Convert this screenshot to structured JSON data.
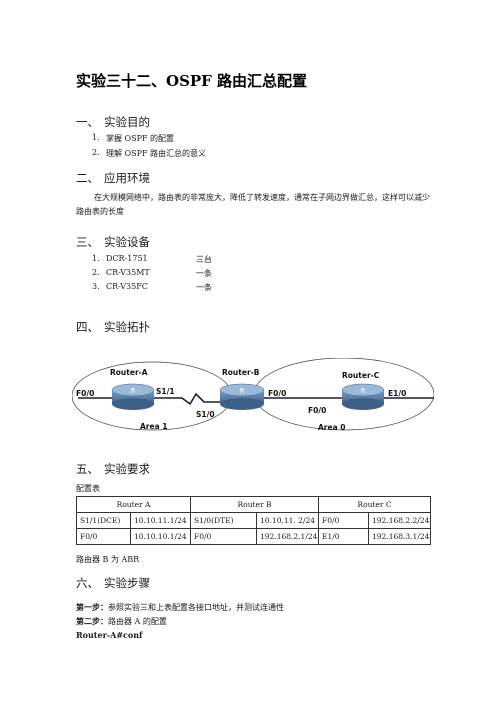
{
  "title": "实验三十二、OSPF 路由汇总配置",
  "sections": {
    "s1": {
      "num": "一、",
      "label": "实验目的"
    },
    "s2": {
      "num": "二、",
      "label": "应用环境"
    },
    "s3": {
      "num": "三、",
      "label": "实验设备"
    },
    "s4": {
      "num": "四、",
      "label": "实验拓扑"
    },
    "s5": {
      "num": "五、",
      "label": "实验要求"
    },
    "s6": {
      "num": "六、",
      "label": "实验步骤"
    }
  },
  "objectives": [
    {
      "n": "1.",
      "text": "掌握 OSPF 的配置"
    },
    {
      "n": "2.",
      "text": "理解 OSPF 路由汇总的意义"
    }
  ],
  "environment_text": "在大规模网络中，路由表的非常庞大，降低了转发速度，通常在子网边界做汇总，这样可以减少路由表的长度",
  "equipment": [
    {
      "n": "1.",
      "name": "DCR-1751",
      "qty": "三台"
    },
    {
      "n": "2.",
      "name": "CR-V35MT",
      "qty": "一条"
    },
    {
      "n": "3.",
      "name": "CR-V35FC",
      "qty": "一条"
    }
  ],
  "topology": {
    "router_a": "Router-A",
    "router_b": "Router-B",
    "router_c": "Router-C",
    "router_icon_label": "R",
    "a_f00": "F0/0",
    "a_s11": "S1/1",
    "b_s10": "S1/0",
    "b_f00": "F0/0",
    "b_f00_lower": "F0/0",
    "c_e10": "E1/0",
    "area1": "Area 1",
    "area0": "Area 0"
  },
  "table_caption": "配置表",
  "table": {
    "headers": [
      "Router A",
      "Router B",
      "Router C"
    ],
    "rows": [
      [
        "S1/1(DCE)",
        "10.10.11.1/24",
        "S1/0(DTE)",
        "10.10.11. 2/24",
        "F0/0",
        "192.168.2.2/24"
      ],
      [
        "F0/0",
        "10.10.10.1/24",
        "F0/0",
        "192.168.2.1/24",
        "E1/0",
        "192.168.3.1/24"
      ]
    ]
  },
  "abr_note": "路由器 B 为 ABR",
  "steps": [
    {
      "label": "第一步：",
      "text": "参照实验三和上表配置各接口地址，并测试连通性"
    },
    {
      "label": "第二步：",
      "text": "路由器 A 的配置"
    }
  ],
  "command": "Router-A#conf"
}
